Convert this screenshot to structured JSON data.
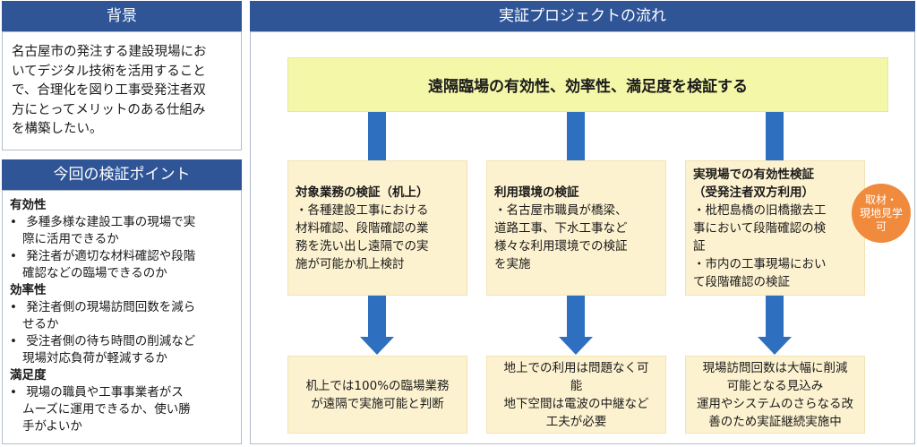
{
  "background": {
    "title": "背景",
    "lines": [
      "名古屋市の発注する建設現場にお",
      "いてデジタル技術を活用すること",
      "で、合理化を図り工事受発注者双",
      "方にとってメリットのある仕組み",
      "を構築したい。"
    ]
  },
  "points": {
    "title": "今回の検証ポイント",
    "sections": [
      {
        "heading": "有効性",
        "items": [
          [
            "多種多様な建設工事の現場で実",
            "際に活用できるか"
          ],
          [
            "発注者が適切な材料確認や段階",
            "確認などの臨場できるのか"
          ]
        ]
      },
      {
        "heading": "効率性",
        "items": [
          [
            "発注者側の現場訪問回数を減ら",
            "せるか"
          ],
          [
            "受注者側の待ち時間の削減など",
            "現場対応負荷が軽減するか"
          ]
        ]
      },
      {
        "heading": "満足度",
        "items": [
          [
            "現場の職員や工事事業者がス",
            "ムーズに運用できるか、使い勝",
            "手がよいか"
          ]
        ]
      }
    ]
  },
  "flow": {
    "title": "実証プロジェクトの流れ",
    "goal": "遠隔臨場の有効性、効率性、満足度を検証する",
    "columns": [
      {
        "title": [
          "対象業務の検証（机上）"
        ],
        "body": [
          "・各種建設工事における",
          "材料確認、段階確認の業",
          "務を洗い出し遠隔での実",
          "施が可能か机上検討"
        ],
        "result": [
          "机上では100%の臨場業務",
          "が遠隔で実施可能と判断"
        ]
      },
      {
        "title": [
          "利用環境の検証"
        ],
        "body": [
          "・名古屋市職員が橋梁、",
          "道路工事、下水工事など",
          "様々な利用環境での検証",
          "を実施"
        ],
        "result": [
          "地上での利用は問題なく可",
          "能",
          "地下空間は電波の中継など",
          "工夫が必要"
        ]
      },
      {
        "title": [
          "実現場での有効性検証",
          "（受発注者双方利用）"
        ],
        "body": [
          "・枇杷島橋の旧橋撤去工",
          "事において段階確認の検",
          "証",
          "・市内の工事現場におい",
          "て段階確認の検証"
        ],
        "result": [
          "現場訪問回数は大幅に削減",
          "可能となる見込み",
          "運用やシステムのさらなる改",
          "善のため実証継続実施中"
        ]
      }
    ],
    "badge": [
      "取材・",
      "現地見学",
      "可"
    ]
  }
}
